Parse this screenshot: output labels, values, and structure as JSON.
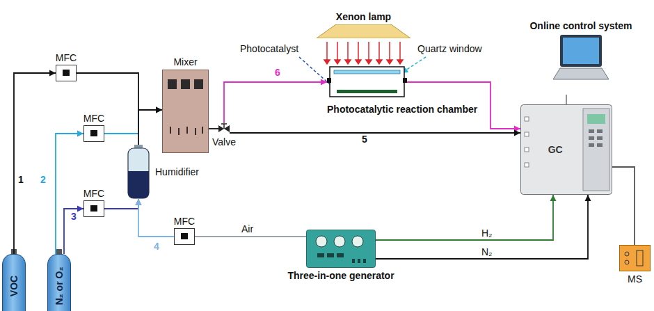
{
  "diagram": {
    "nodes": [
      {
        "text": [
          "VOC"
        ]
      },
      {
        "text": [
          "N₂ or O₂"
        ]
      },
      {
        "text": [
          "MFC"
        ]
      },
      {
        "text": [
          "MFC"
        ]
      },
      {
        "text": [
          "MFC"
        ]
      },
      {
        "text": [
          "Humidifier"
        ]
      },
      {
        "text": [
          "Mixer"
        ]
      },
      {
        "text": [
          "Valve"
        ]
      },
      {
        "text": [
          "Photocatalytic reaction chamber"
        ]
      },
      {
        "text": [
          "Xenon lamp"
        ]
      },
      {
        "text": [
          "Online control system"
        ]
      },
      {
        "text": [
          "GC"
        ]
      },
      {
        "text": [
          "MS"
        ]
      },
      {
        "text": [
          "Three-in-one generator"
        ]
      },
      {
        "text": [
          "MFC"
        ]
      }
    ],
    "edges": [
      {
        "from": 0,
        "to": 2,
        "arrow": "to"
      },
      {
        "from": 2,
        "to": 6,
        "arrow": "to"
      },
      {
        "from": 1,
        "to": 3,
        "arrow": "to"
      },
      {
        "from": 3,
        "to": 6,
        "arrow": "to"
      },
      {
        "from": 1,
        "to": 4,
        "arrow": "to"
      },
      {
        "from": 4,
        "to": 5,
        "arrow": "to"
      },
      {
        "from": 14,
        "to": 5,
        "arrow": "to"
      },
      {
        "from": 13,
        "to": 14,
        "arrow": "none",
        "label": "Air"
      },
      {
        "from": 5,
        "to": 6,
        "arrow": "to"
      },
      {
        "from": 6,
        "to": 7,
        "arrow": "none"
      },
      {
        "from": 7,
        "to": 8,
        "arrow": "to"
      },
      {
        "from": 8,
        "to": 11,
        "arrow": "to"
      },
      {
        "from": 7,
        "to": 11,
        "arrow": "to"
      },
      {
        "from": 13,
        "to": 11,
        "arrow": "to",
        "label": "H₂"
      },
      {
        "from": 13,
        "to": 11,
        "arrow": "to",
        "label": "N₂"
      },
      {
        "from": 11,
        "to": 12,
        "arrow": "none"
      },
      {
        "from": 10,
        "to": 11,
        "arrow": "none"
      }
    ],
    "labels": [
      "1",
      "2",
      "3",
      "4",
      "5",
      "6",
      "Photocatalyst",
      "Quartz window"
    ]
  }
}
